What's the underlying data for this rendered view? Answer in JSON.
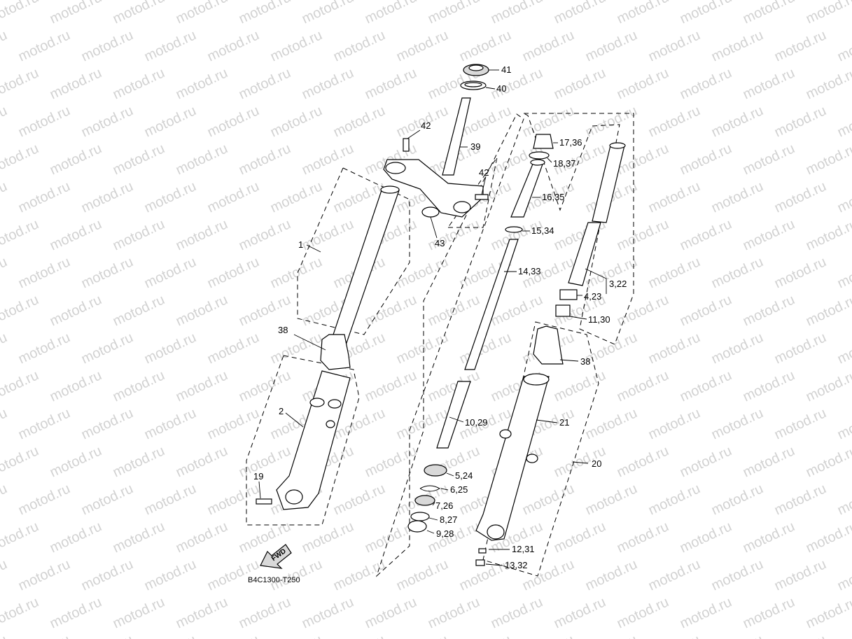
{
  "watermark": "motod.ru",
  "diagram_code": "B4C1300-T250",
  "fwd_label": "FWD",
  "callouts": {
    "c41": "41",
    "c40": "40",
    "c42a": "42",
    "c39": "39",
    "c42b": "42",
    "c43": "43",
    "c1": "1",
    "c38a": "38",
    "c2": "2",
    "c19": "19",
    "c17_36": "17,36",
    "c18_37": "18,37",
    "c16_35": "16,35",
    "c15_34": "15,34",
    "c14_33": "14,33",
    "c3_22": "3,22",
    "c4_23": "4,23",
    "c11_30": "11,30",
    "c38b": "38",
    "c10_29": "10,29",
    "c21": "21",
    "c20": "20",
    "c5_24": "5,24",
    "c6_25": "6,25",
    "c7_26": "7,26",
    "c8_27": "8,27",
    "c9_28": "9,28",
    "c12_31": "12,31",
    "c13_32": "13,32"
  }
}
